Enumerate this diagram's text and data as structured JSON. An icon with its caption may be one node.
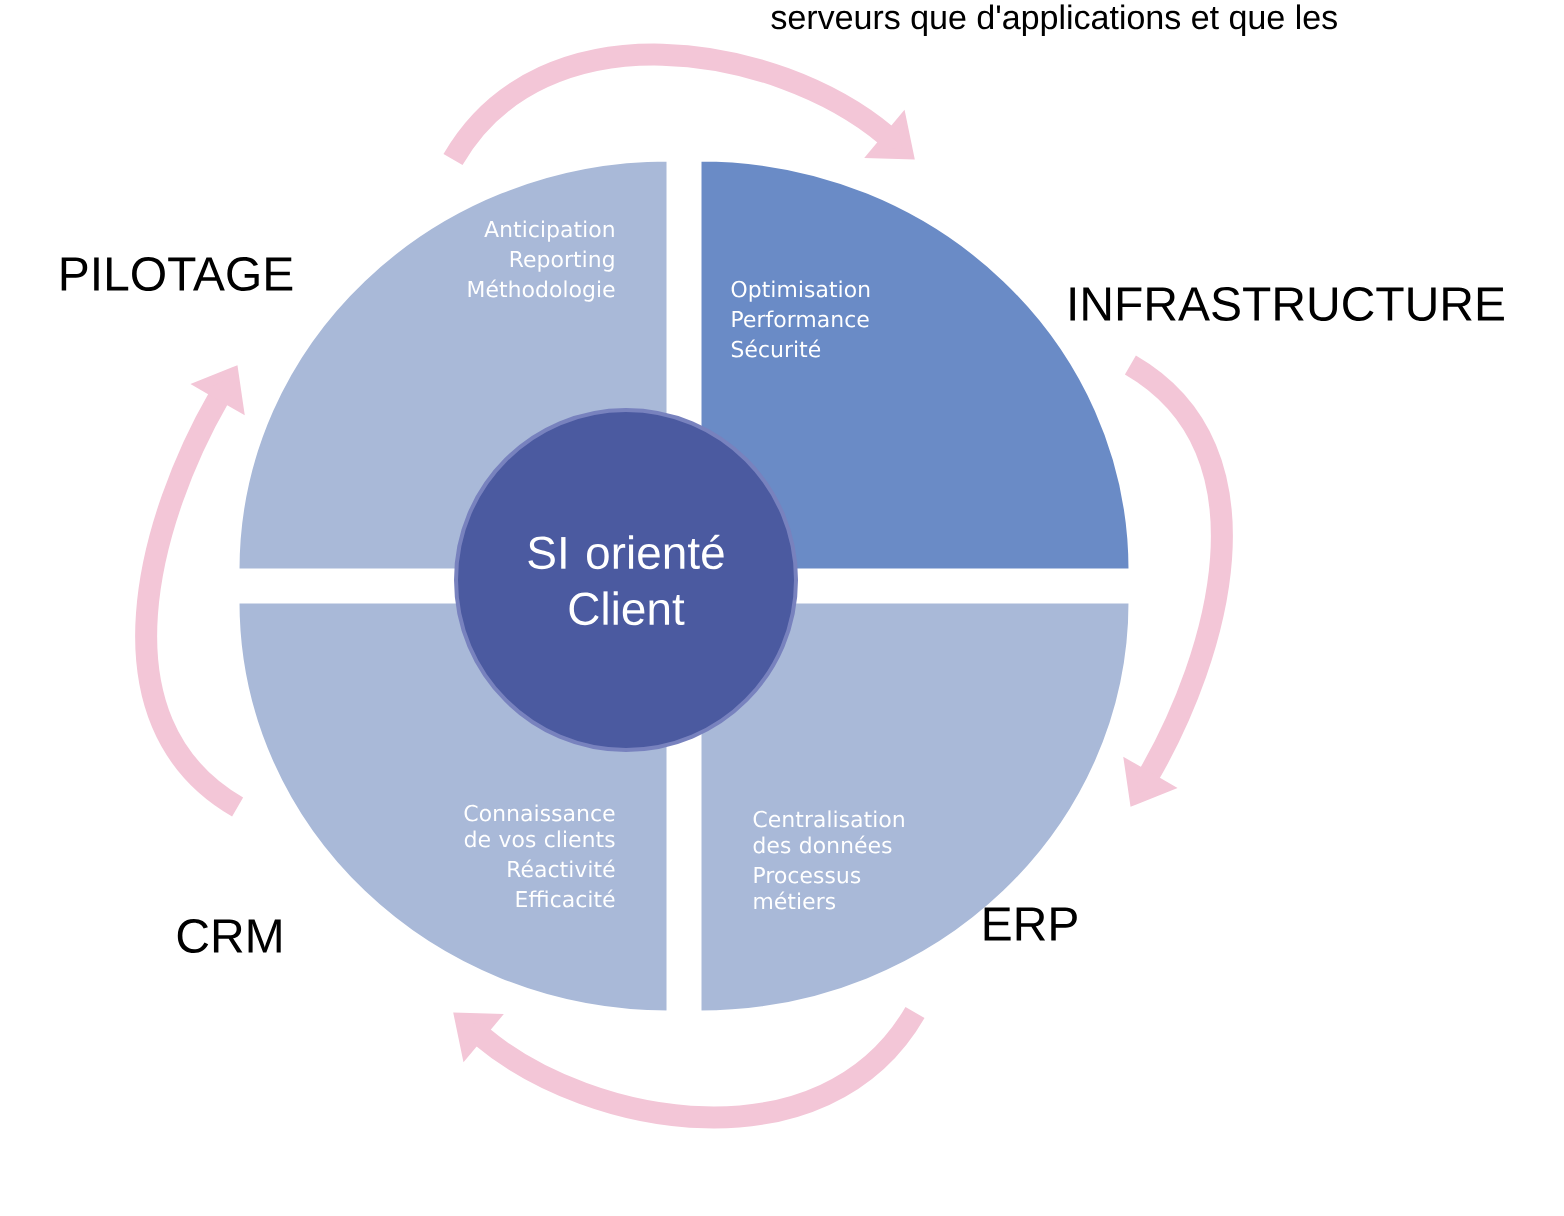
{
  "diagram": {
    "nodes": [
      {
        "text": [
          "PILOTAGE",
          "Anticipation",
          "Reporting",
          "Méthodologie"
        ]
      },
      {
        "text": [
          "INFRASTRUCTURE",
          "Optimisation",
          "Performance",
          "Sécurité"
        ]
      },
      {
        "text": [
          "SI orienté Client"
        ]
      },
      {
        "text": [
          "CRM",
          "Connaissance de vos clients",
          "Réactivité",
          "Efficacité"
        ]
      },
      {
        "text": [
          "ERP",
          "Centralisation des données",
          "Processus métiers"
        ]
      }
    ],
    "edges": [
      {
        "from": 0,
        "to": 1,
        "arrow": "to"
      },
      {
        "from": 1,
        "to": 4,
        "arrow": "to"
      },
      {
        "from": 4,
        "to": 3,
        "arrow": "to"
      },
      {
        "from": 3,
        "to": 0,
        "arrow": "to"
      }
    ],
    "labels": [
      "serveurs que d'applications et que les"
    ]
  }
}
